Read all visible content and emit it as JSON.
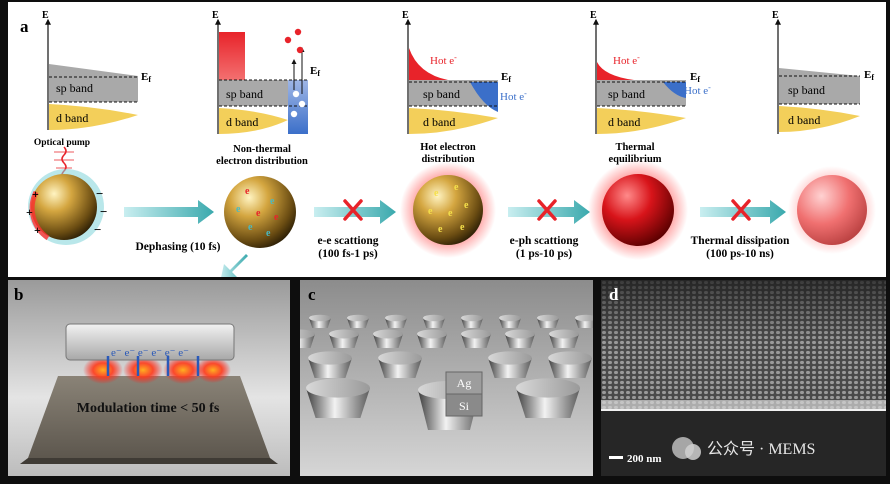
{
  "panels": {
    "a": {
      "label": "a",
      "axis_e": "E",
      "fermi": "E",
      "fermi_sub": "f",
      "sp_band": "sp band",
      "d_band": "d band",
      "hot_e": "Hot e",
      "hot_e_sup": "-",
      "stage1_title": "Optical pump",
      "stage2_title_line1": "Non-thermal",
      "stage2_title_line2": "electron distribution",
      "stage3_title_line1": "Hot electron",
      "stage3_title_line2": "distribution",
      "stage4_title_line1": "Thermal",
      "stage4_title_line2": "equilibrium",
      "process1": "Dephasing (10 fs)",
      "process2_line1": "e-e scattiong",
      "process2_line2": "(100 fs-1 ps)",
      "process3_line1": "e-ph scattiong",
      "process3_line2": "(1 ps-10 ps)",
      "process4_line1": "Thermal dissipation",
      "process4_line2": "(100 ps-10 ns)",
      "electron": "e",
      "electron_sup": "-",
      "plus": "+",
      "minus": "−"
    },
    "b": {
      "label": "b",
      "electrons": "e⁻ e⁻ e⁻ e⁻ e⁻ e⁻",
      "modulation": "Modulation time < 50 fs"
    },
    "c": {
      "label": "c",
      "ag": "Ag",
      "si": "Si"
    },
    "d": {
      "label": "d",
      "scale": "200 nm",
      "watermark": "公众号 · MEMS"
    }
  },
  "colors": {
    "hot_red": "#e8232a",
    "hot_blue": "#3b6fc9",
    "d_band_yellow": "#f3cf5a",
    "sp_band_gray": "#a9a9a9",
    "arrow_teal": "#4db4b8",
    "cross_red": "#e8232a",
    "gold": "#b8902e"
  }
}
